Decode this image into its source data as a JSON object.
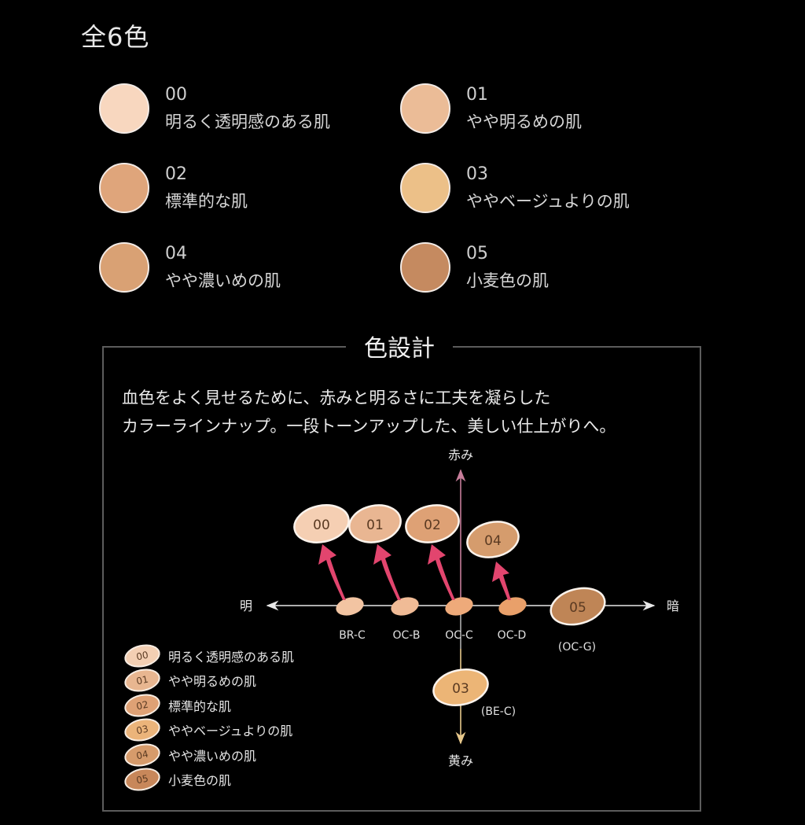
{
  "title": "全6色",
  "shades": [
    {
      "code": "00",
      "name": "明るく透明感のある肌",
      "color": "#f8d7bf"
    },
    {
      "code": "01",
      "name": "やや明るめの肌",
      "color": "#ebbc97"
    },
    {
      "code": "02",
      "name": "標準的な肌",
      "color": "#dfa57b"
    },
    {
      "code": "03",
      "name": "ややベージュよりの肌",
      "color": "#ecc088"
    },
    {
      "code": "04",
      "name": "やや濃いめの肌",
      "color": "#d9a174"
    },
    {
      "code": "05",
      "name": "小麦色の肌",
      "color": "#c58a60"
    }
  ],
  "color_design": {
    "heading": "色設計",
    "description_line1": "血色をよく見せるために、赤みと明るさに工夫を凝らした",
    "description_line2": "カラーラインナップ。一段トーンアップした、美しい仕上がりへ。"
  },
  "diagram": {
    "axis_top": "赤み",
    "axis_bottom": "黄み",
    "axis_left": "明",
    "axis_right": "暗",
    "base_labels": [
      "BR-C",
      "OC-B",
      "OC-C",
      "OC-D"
    ],
    "label_05": "(OC-G)",
    "label_03": "(BE-C)",
    "ovals": [
      {
        "code": "00",
        "color": "#f5cfb3"
      },
      {
        "code": "01",
        "color": "#e9b692"
      },
      {
        "code": "02",
        "color": "#dea175"
      },
      {
        "code": "04",
        "color": "#d59c6d"
      },
      {
        "code": "05",
        "color": "#bf8556"
      },
      {
        "code": "03",
        "color": "#ecb576"
      }
    ],
    "base_colors": [
      "#f2c4a2",
      "#f0bb96",
      "#eeaa7a",
      "#e9a06a"
    ],
    "arrow_color": "#e2456e",
    "up_axis_color": "#c77d9a",
    "down_axis_color": "#e7c88b"
  },
  "legend": [
    {
      "code": "00",
      "label": "明るく透明感のある肌",
      "color": "#f3cfb3"
    },
    {
      "code": "01",
      "label": "やや明るめの肌",
      "color": "#e8b690"
    },
    {
      "code": "02",
      "label": "標準的な肌",
      "color": "#dfa175"
    },
    {
      "code": "03",
      "label": "ややベージュよりの肌",
      "color": "#ebb47a"
    },
    {
      "code": "04",
      "label": "やや濃いめの肌",
      "color": "#d69b6b"
    },
    {
      "code": "05",
      "label": "小麦色の肌",
      "color": "#c8875a"
    }
  ]
}
